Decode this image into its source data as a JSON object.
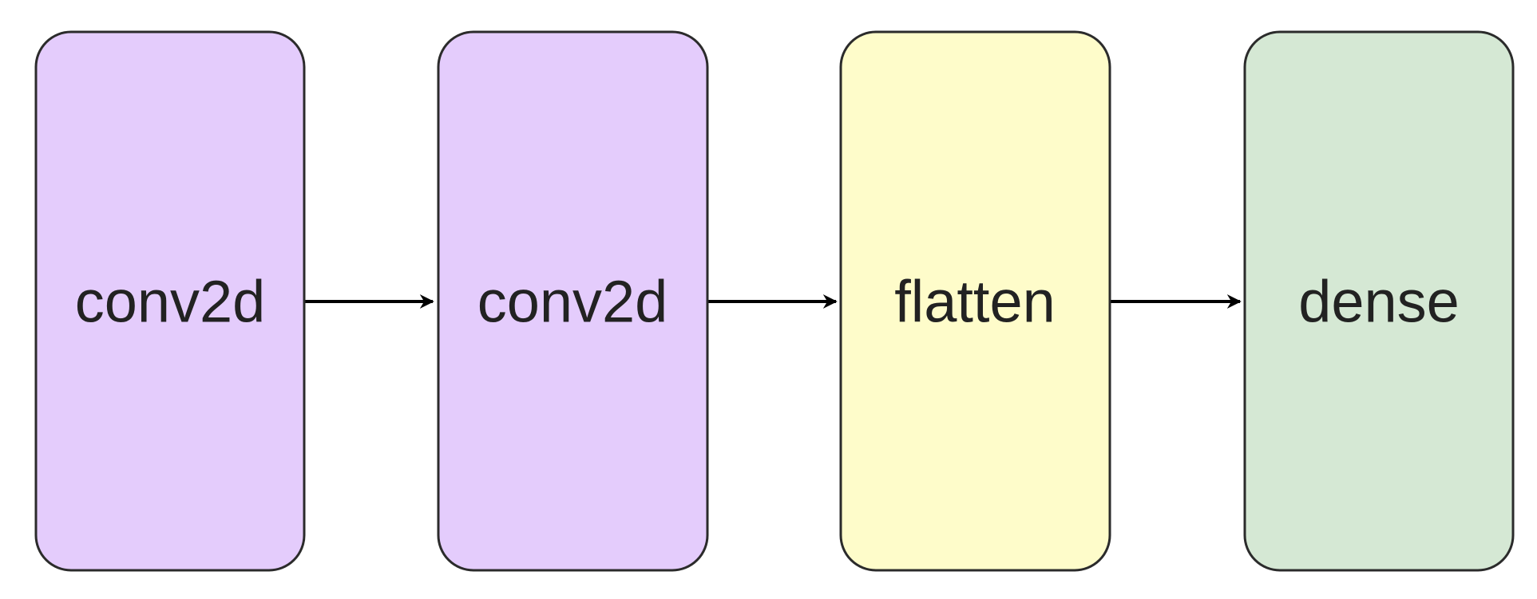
{
  "diagram": {
    "nodes": [
      {
        "label": "conv2d",
        "fill": "#E4CCFC"
      },
      {
        "label": "conv2d",
        "fill": "#E4CCFC"
      },
      {
        "label": "flatten",
        "fill": "#FEFCCA"
      },
      {
        "label": "dense",
        "fill": "#D5E8D4"
      }
    ],
    "edges": [
      {
        "from": 0,
        "to": 1
      },
      {
        "from": 1,
        "to": 2
      },
      {
        "from": 2,
        "to": 3
      }
    ],
    "stroke_color": "#2b2b2b",
    "arrow_color": "#000000"
  }
}
